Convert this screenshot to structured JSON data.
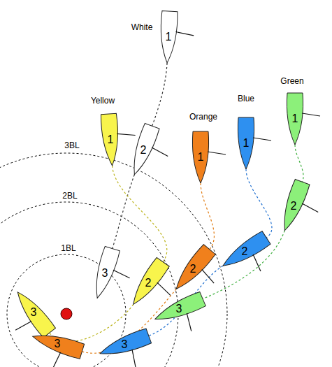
{
  "diagram": {
    "nodes": [
      {
        "text": [
          "1"
        ]
      },
      {
        "text": [
          "2"
        ]
      },
      {
        "text": [
          "3"
        ]
      },
      {
        "text": [
          "1"
        ]
      },
      {
        "text": [
          "2"
        ]
      },
      {
        "text": [
          "3"
        ]
      },
      {
        "text": [
          "1"
        ]
      },
      {
        "text": [
          "2"
        ]
      },
      {
        "text": [
          "3"
        ]
      },
      {
        "text": [
          "1"
        ]
      },
      {
        "text": [
          "2"
        ]
      },
      {
        "text": [
          "3"
        ]
      },
      {
        "text": [
          "1"
        ]
      },
      {
        "text": [
          "2"
        ]
      },
      {
        "text": [
          "3"
        ]
      }
    ],
    "edges": [
      {
        "from": 0,
        "to": 1,
        "arrow": "none"
      },
      {
        "from": 1,
        "to": 2,
        "arrow": "none"
      },
      {
        "from": 3,
        "to": 4,
        "arrow": "none"
      },
      {
        "from": 4,
        "to": 5,
        "arrow": "none"
      },
      {
        "from": 6,
        "to": 7,
        "arrow": "none"
      },
      {
        "from": 7,
        "to": 8,
        "arrow": "none"
      },
      {
        "from": 9,
        "to": 10,
        "arrow": "none"
      },
      {
        "from": 10,
        "to": 11,
        "arrow": "none"
      },
      {
        "from": 12,
        "to": 13,
        "arrow": "none"
      },
      {
        "from": 13,
        "to": 14,
        "arrow": "none"
      }
    ],
    "labels": [
      "White",
      "Yellow",
      "Orange",
      "Blue",
      "Green",
      "3BL",
      "2BL",
      "1BL"
    ]
  }
}
